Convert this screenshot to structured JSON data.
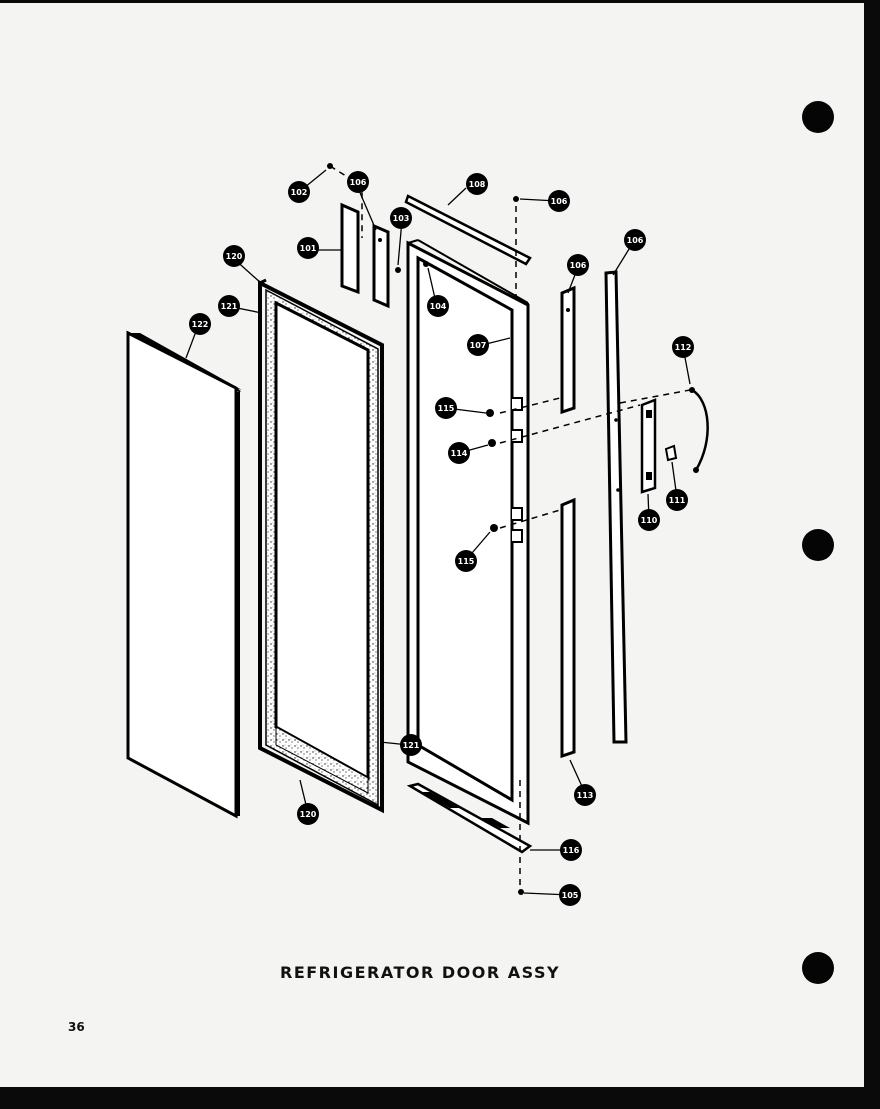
{
  "diagram": {
    "title": "REFRIGERATOR DOOR ASSY",
    "page_number": "36",
    "callouts": {
      "c101": "101",
      "c102": "102",
      "c103": "103",
      "c104": "104",
      "c105": "105",
      "c106a": "106",
      "c106b": "106",
      "c106c": "106",
      "c106d": "106",
      "c107": "107",
      "c108": "108",
      "c110": "110",
      "c111": "111",
      "c112": "112",
      "c113": "113",
      "c114": "114",
      "c115a": "115",
      "c115b": "115",
      "c116": "116",
      "c120a": "120",
      "c120b": "120",
      "c121a": "121",
      "c121b": "121",
      "c122": "122"
    }
  }
}
